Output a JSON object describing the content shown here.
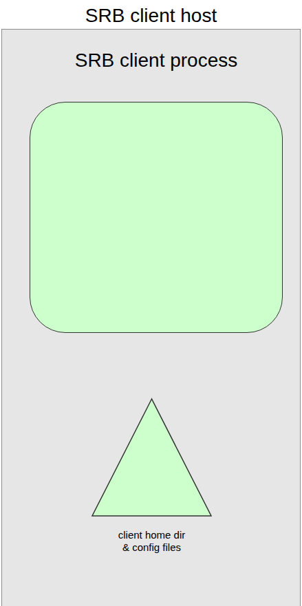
{
  "diagram": {
    "nodes": [
      {
        "text": [
          "SRB client host"
        ]
      },
      {
        "text": [
          "SRB client process"
        ],
        "in": 0
      },
      {
        "text": [
          "client home dir & config files"
        ],
        "in": 0
      }
    ]
  }
}
